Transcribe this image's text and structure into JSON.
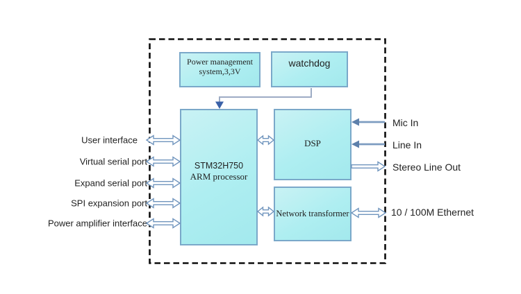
{
  "diagram": {
    "boxes": {
      "power_management": {
        "line1": "Power management",
        "line2": "system,3,3V"
      },
      "watchdog": {
        "label": "watchdog"
      },
      "processor": {
        "line1": "STM32H750",
        "line2": "ARM processor"
      },
      "dsp": {
        "label": "DSP"
      },
      "network_transformer": {
        "label": "Network transformer"
      }
    },
    "left_ports": [
      "User interface",
      "Virtual serial port",
      "Expand serial port",
      "SPI expansion port",
      "Power amplifier interface"
    ],
    "right_ports": [
      "Mic In",
      "Line In",
      "Stereo Line Out",
      "10 / 100M Ethernet"
    ],
    "connections": [
      {
        "from": "watchdog",
        "to": "STM32H750 ARM processor",
        "style": "elbow",
        "direction": "one-way"
      },
      {
        "from": "User interface",
        "to": "STM32H750 ARM processor",
        "direction": "bidirectional"
      },
      {
        "from": "Virtual serial port",
        "to": "STM32H750 ARM processor",
        "direction": "bidirectional"
      },
      {
        "from": "Expand serial port",
        "to": "STM32H750 ARM processor",
        "direction": "bidirectional"
      },
      {
        "from": "SPI expansion port",
        "to": "STM32H750 ARM processor",
        "direction": "bidirectional"
      },
      {
        "from": "Power amplifier interface",
        "to": "STM32H750 ARM processor",
        "direction": "bidirectional"
      },
      {
        "from": "STM32H750 ARM processor",
        "to": "DSP",
        "direction": "bidirectional"
      },
      {
        "from": "STM32H750 ARM processor",
        "to": "Network transformer",
        "direction": "bidirectional"
      },
      {
        "from": "Mic In",
        "to": "DSP",
        "direction": "input"
      },
      {
        "from": "Line In",
        "to": "DSP",
        "direction": "input"
      },
      {
        "from": "DSP",
        "to": "Stereo Line Out",
        "direction": "output"
      },
      {
        "from": "Network transformer",
        "to": "10 / 100M Ethernet",
        "direction": "bidirectional"
      }
    ],
    "colors": {
      "box_fill": "#aeeef1",
      "box_border": "#7aa8c9",
      "arrow_outline": "#6f94bd",
      "arrow_fill": "#ffffff",
      "solid_arrow_line": "#7d9cc0",
      "solid_arrow_head": "#5e80ab",
      "connector_line": "#9dabc4",
      "connector_head": "#3a61a8",
      "dashed_border": "#0d0d0d",
      "text": "#1f1f1f"
    }
  }
}
